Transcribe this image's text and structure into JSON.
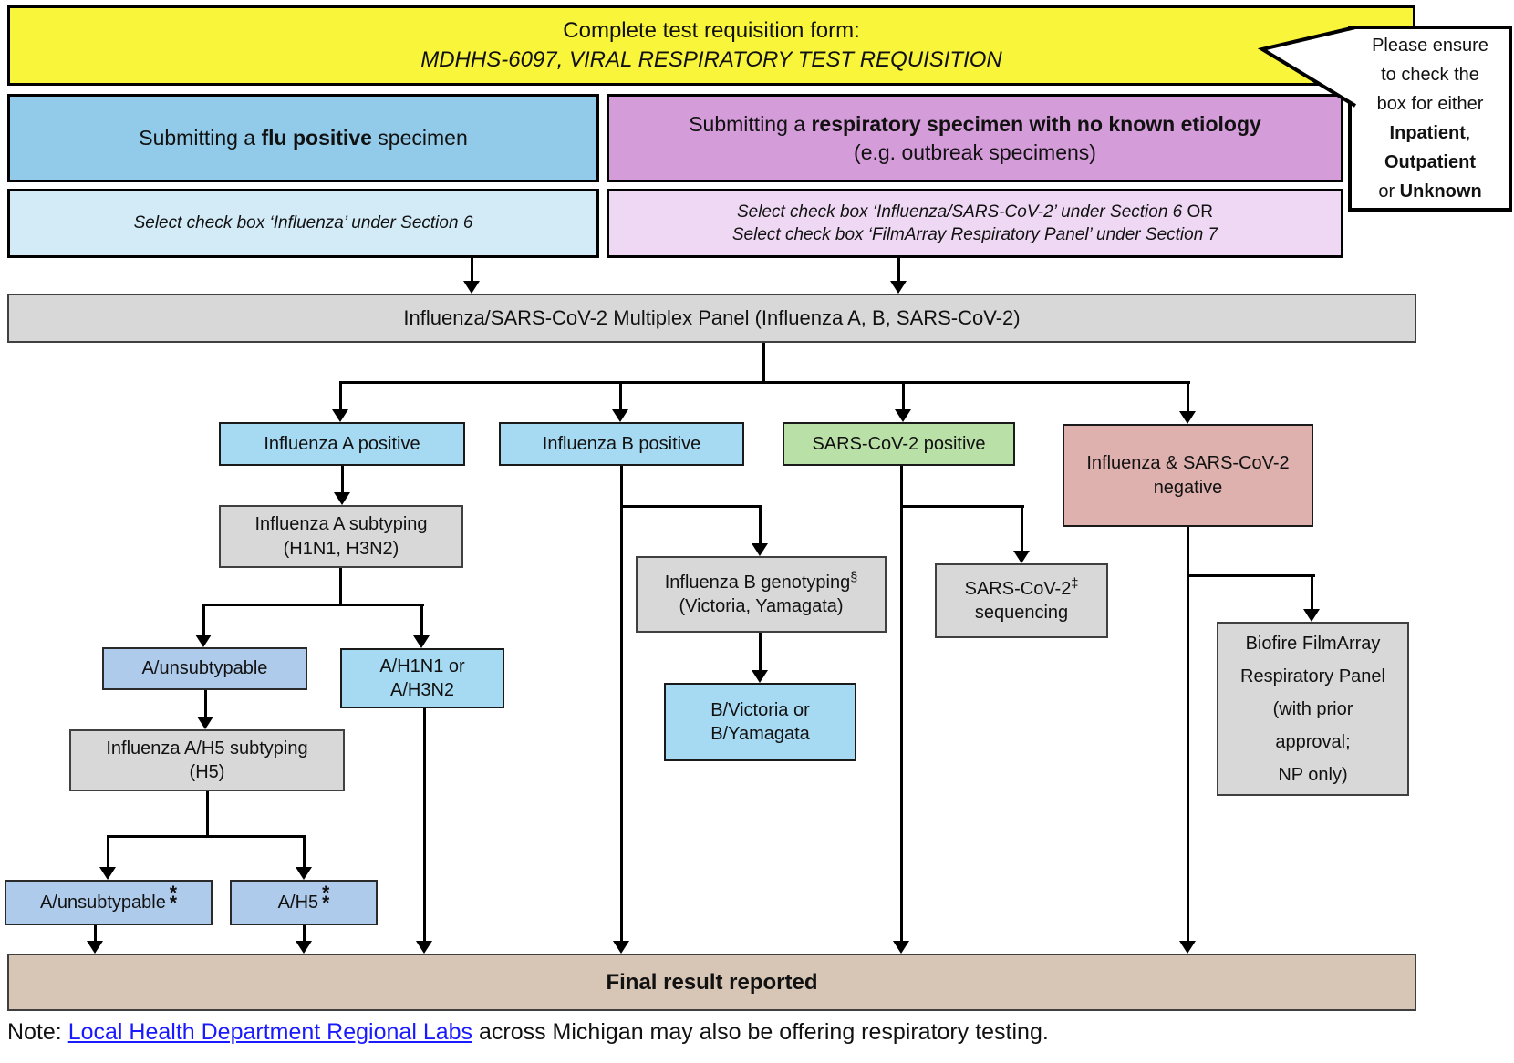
{
  "banner": {
    "line1": "Complete test requisition form:",
    "line2": "MDHHS-6097, VIRAL RESPIRATORY TEST REQUISITION"
  },
  "callout": {
    "line1": "Please ensure",
    "line2": "to check the",
    "line3": "box for either",
    "bold1": "Inpatient",
    "sep1": ",",
    "bold2": "Outpatient",
    "or_word": "or ",
    "bold3": "Unknown"
  },
  "flu_column": {
    "header_prefix": "Submitting a ",
    "header_bold": "flu positive",
    "header_suffix": " specimen",
    "select_instruction": "Select check box ‘Influenza’ under Section 6"
  },
  "etiology_column": {
    "header_prefix": "Submitting a ",
    "header_bold": "respiratory specimen with no known etiology",
    "header_line2": "(e.g. outbreak specimens)",
    "select_line1": "Select check box ‘Influenza/SARS-CoV-2’ under Section 6 ",
    "select_line1_or": "OR",
    "select_line2": "Select check box ‘FilmArray Respiratory Panel’ under Section 7"
  },
  "panel": {
    "label": "Influenza/SARS-CoV-2 Multiplex Panel (Influenza A, B, SARS-CoV-2)"
  },
  "nodes": {
    "flu_a_positive": {
      "label": "Influenza A positive"
    },
    "flu_b_positive": {
      "label": "Influenza B positive"
    },
    "sars_positive": {
      "label": "SARS-CoV-2 positive"
    },
    "flu_sars_negative": {
      "line1": "Influenza & SARS-CoV-2",
      "line2": "negative"
    },
    "flu_a_subtyping": {
      "line1": "Influenza A subtyping",
      "line2": "(H1N1, H3N2)"
    },
    "a_unsubtypable": {
      "label": "A/unsubtypable"
    },
    "a_h1n1_h3n2": {
      "line1": "A/H1N1 or",
      "line2": "A/H3N2"
    },
    "flu_a_h5_subtyping": {
      "line1": "Influenza A/H5 subtyping",
      "line2": "(H5)"
    },
    "a_unsubtypable_final": {
      "label": "A/unsubtypable",
      "marker_top": "*",
      "marker_bottom": "*"
    },
    "a_h5_final": {
      "label": "A/H5",
      "marker_top": "*",
      "marker_bottom": "*"
    },
    "flu_b_genotyping": {
      "line1": "Influenza B genotyping",
      "sup": "§",
      "line2": "(Victoria, Yamagata)"
    },
    "b_victoria_yamagata": {
      "line1": "B/Victoria or",
      "line2": "B/Yamagata"
    },
    "sars_sequencing": {
      "line1": "SARS-CoV-2",
      "sup": "‡",
      "line2": "sequencing"
    },
    "biofire": {
      "line1": "Biofire FilmArray",
      "line2": "Respiratory Panel",
      "line3": "(with prior",
      "line4": "approval;",
      "line5": "NP only)"
    }
  },
  "final_bar": {
    "label": "Final result reported"
  },
  "note": {
    "prefix": "Note: ",
    "link": "Local Health Department Regional Labs",
    "suffix": " across Michigan may also be offering respiratory testing."
  },
  "colors": {
    "banner_yellow": "#F8F53B",
    "header_blue": "#92CBE9",
    "header_purple": "#D59CDA",
    "sub_blue": "#D3EAF7",
    "sub_purple": "#EFD8F3",
    "gray_box": "#D8D8D8",
    "sky_blue_box": "#A6DAF3",
    "green_box": "#B9E0A6",
    "rose_box": "#DFB1AE",
    "periwinkle_box": "#AFCBEC",
    "final_tan": "#D7C5B5",
    "link_blue": "#1a1aff"
  }
}
